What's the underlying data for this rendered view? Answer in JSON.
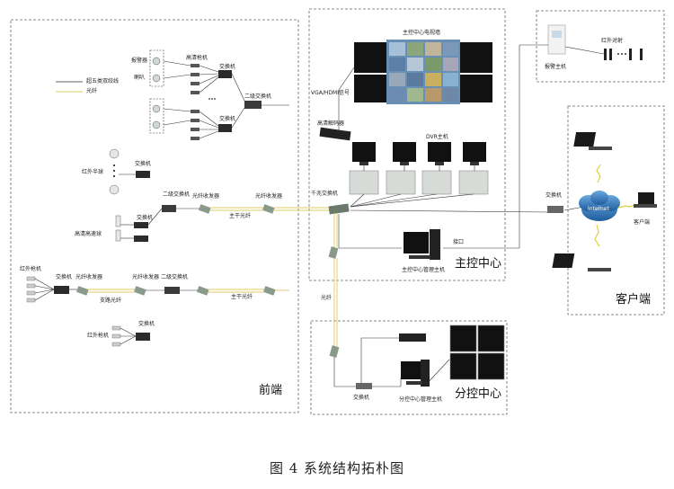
{
  "caption": "图 4  系统结构拓朴图",
  "sections": {
    "front": "前端",
    "main_center": "主控中心",
    "sub_center": "分控中心",
    "client": "客户端"
  },
  "legend": {
    "cable": "超五类双绞线",
    "fiber": "光纤"
  },
  "labels": {
    "alarm_probe": "报警器",
    "horn": "喇叭",
    "hd_camera": "高清枪机",
    "switch_a": "交换机",
    "switch_b": "交换机",
    "switch_l2": "二级交换机",
    "ir_dome": "红外半球",
    "switch_dome": "交换机",
    "speed_dome": "高清高速球",
    "switch_sd": "交换机",
    "switch_l2_b": "二级交换机",
    "fiber_tx_1": "光纤收发器",
    "fiber_tx_2": "光纤收发器",
    "trunk_fiber": "主干光纤",
    "ir_gun": "红外枪机",
    "switch_ir": "交换机",
    "fiber_tx_3": "光纤收发器",
    "fiber_tx_4": "光纤收发器",
    "switch_l2_c": "二级交换机",
    "branch_fiber": "支路光纤",
    "trunk_fiber_2": "主干光纤",
    "ir_gun_2": "红外枪机",
    "switch_ir_2": "交换机",
    "video_wall": "主控中心电视墙",
    "vga_signal": "VGA/HDMI信号",
    "hd_decoder": "高清解码器",
    "dvr_host": "DVR主机",
    "gig_switch": "千兆交换机",
    "mgmt_host": "主控中心管理主机",
    "interface": "接口",
    "fiber_down": "光纤",
    "sub_switch": "交换机",
    "sub_host": "分控中心管理主机",
    "alarm_host": "报警主机",
    "alarm_detector": "红外对射",
    "client_switch": "交换机",
    "internet": "Internet",
    "client_pc": "客户端"
  },
  "colors": {
    "dashed_border": "#555555",
    "cable": "#333333",
    "fiber": "#e0c860",
    "device_dark": "#2b2b2b",
    "cloud": "#2a6fb0"
  }
}
